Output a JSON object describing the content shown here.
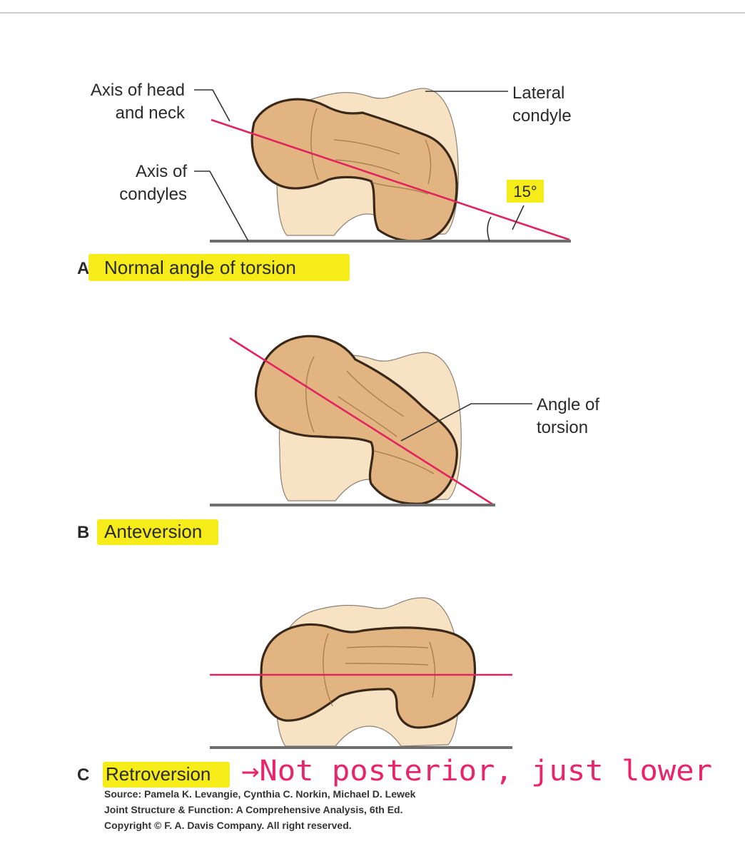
{
  "panels": {
    "a": {
      "letter": "A",
      "caption": "Normal angle of torsion",
      "label_axis_head_line1": "Axis of head",
      "label_axis_head_line2": "and neck",
      "label_axis_condyles_line1": "Axis of",
      "label_axis_condyles_line2": "condyles",
      "label_lateral_line1": "Lateral",
      "label_lateral_line2": "condyle",
      "angle_label": "15°"
    },
    "b": {
      "letter": "B",
      "caption": "Anteversion",
      "label_angle_line1": "Angle of",
      "label_angle_line2": "torsion"
    },
    "c": {
      "letter": "C",
      "caption": "Retroversion"
    }
  },
  "annotation": {
    "handwritten": "→Not posterior, just lower",
    "color": "#e8246a"
  },
  "source": {
    "line1": "Source: Pamela K. Levangie, Cynthia C. Norkin, Michael D. Lewek",
    "line2": "Joint Structure & Function: A Comprehensive Analysis, 6th Ed.",
    "line3": "Copyright © F. A. Davis Company. All right reserved."
  },
  "colors": {
    "highlight": "#f5ec1a",
    "axis_line": "#e0245e",
    "bone": "#e2b481",
    "condyle": "#f7e2c4"
  }
}
